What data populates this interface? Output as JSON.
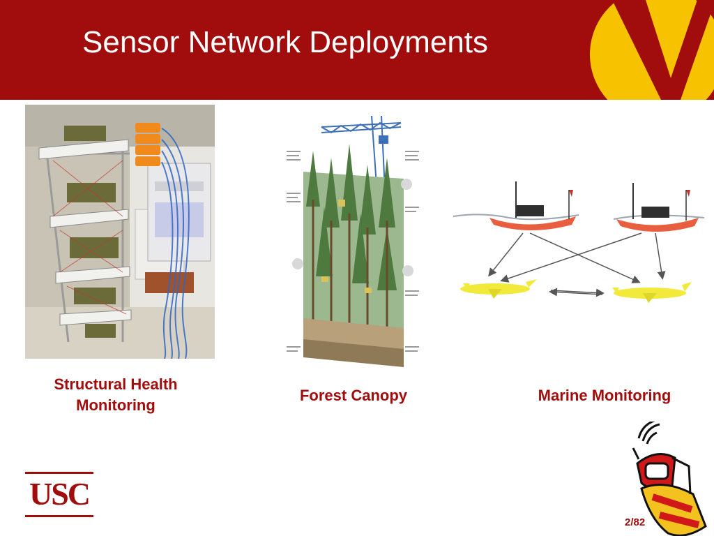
{
  "slide": {
    "title": "Sensor Network Deployments",
    "page_number": "2/82"
  },
  "deployments": [
    {
      "caption_line1": "Structural Health",
      "caption_line2": "Monitoring"
    },
    {
      "caption": "Forest Canopy"
    },
    {
      "caption": "Marine Monitoring"
    }
  ],
  "logos": {
    "university": "USC"
  },
  "colors": {
    "brand_red": "#a10c0c",
    "brand_gold": "#f7c300",
    "caption_red": "#a10c0c",
    "background": "#ffffff"
  },
  "icons": [
    "v-logo-icon",
    "usc-logo",
    "robot-mascot-icon"
  ]
}
